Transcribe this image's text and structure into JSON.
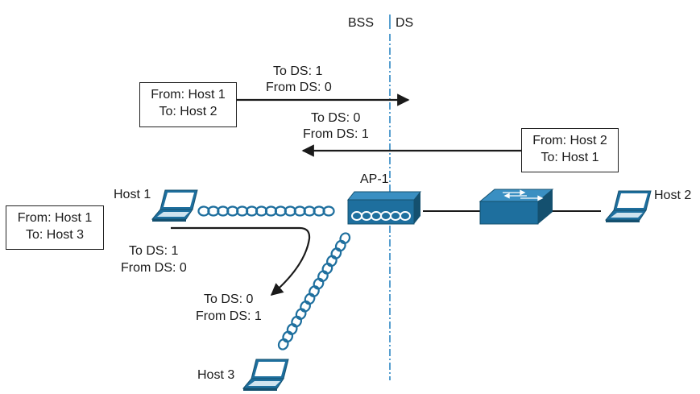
{
  "boundary": {
    "left_label": "BSS",
    "right_label": "DS",
    "color": "#1f7fbf"
  },
  "colors": {
    "device": "#1e6f9e",
    "device_dark": "#14506f",
    "wireless_coil": "#1e6f9e",
    "arrow": "#1a1a1a"
  },
  "hosts": {
    "host1": "Host 1",
    "host2": "Host 2",
    "host3": "Host 3"
  },
  "ap": {
    "label": "AP-1"
  },
  "frames": {
    "host1_to_host2": {
      "from": "From: Host 1",
      "to": "To: Host 2",
      "to_ds": "To DS: 1",
      "from_ds": "From DS: 0"
    },
    "host2_to_host1": {
      "from": "From: Host 2",
      "to": "To: Host 1",
      "to_ds": "To DS: 0",
      "from_ds": "From DS: 1"
    },
    "host1_to_host3": {
      "from": "From: Host 1",
      "to": "To: Host 3",
      "to_ds_up": "To DS: 1",
      "from_ds_up": "From DS: 0",
      "to_ds_down": "To DS: 0",
      "from_ds_down": "From DS: 1"
    }
  }
}
